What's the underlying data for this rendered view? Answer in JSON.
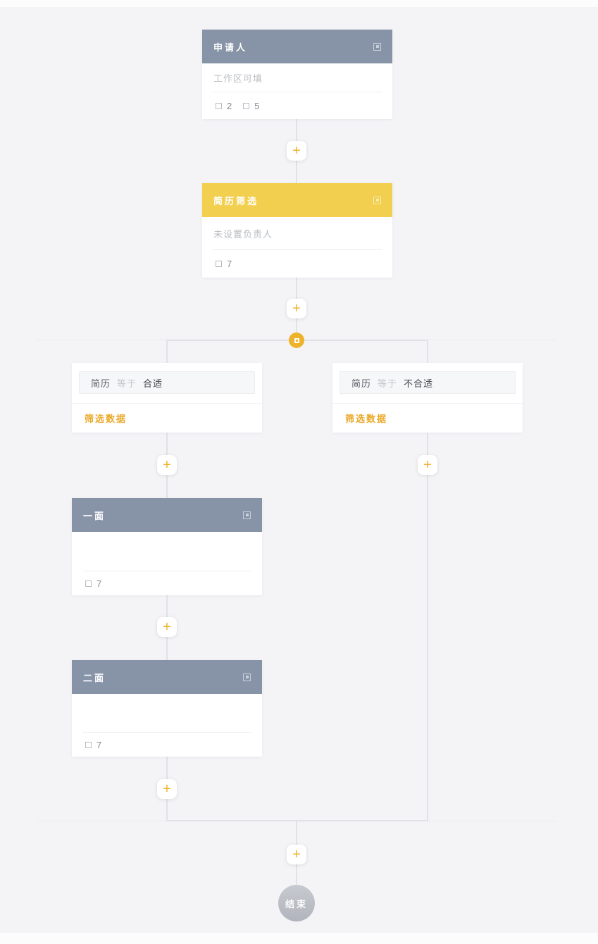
{
  "colors": {
    "canvas_bg": "#f4f4f6",
    "header_gray": "#8794a8",
    "header_yellow": "#f2cf4e",
    "accent_yellow": "#eeb32b",
    "link_yellow": "#eaa827",
    "end_gray": "#b4b7bf"
  },
  "glyphs": {
    "plus": "+"
  },
  "nodes": {
    "applicant": {
      "title": "申请人",
      "subtitle": "工作区可填",
      "badges": [
        {
          "count": "2"
        },
        {
          "count": "5"
        }
      ]
    },
    "resume_screening": {
      "title": "简历筛选",
      "subtitle": "未设置负责人",
      "badges": [
        {
          "count": "7"
        }
      ]
    },
    "condition_left": {
      "field": "简历",
      "operator": "等于",
      "value": "合适",
      "action": "筛选数据"
    },
    "condition_right": {
      "field": "简历",
      "operator": "等于",
      "value": "不合适",
      "action": "筛选数据"
    },
    "first_interview": {
      "title": "一面",
      "subtitle": "",
      "badges": [
        {
          "count": "7"
        }
      ]
    },
    "second_interview": {
      "title": "二面",
      "subtitle": "",
      "badges": [
        {
          "count": "7"
        }
      ]
    },
    "end": {
      "label": "结束"
    }
  }
}
